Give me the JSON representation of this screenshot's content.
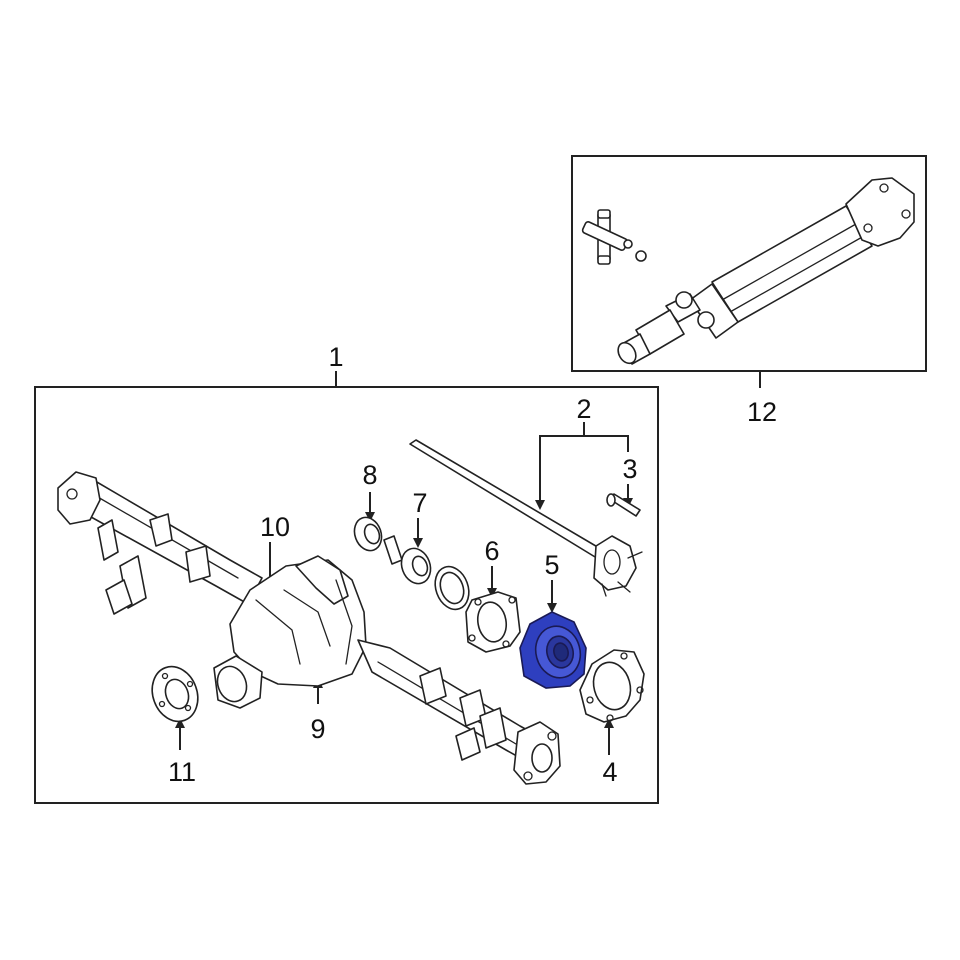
{
  "callouts": {
    "c1": "1",
    "c2": "2",
    "c3": "3",
    "c4": "4",
    "c5": "5",
    "c6": "6",
    "c7": "7",
    "c8": "8",
    "c9": "9",
    "c10": "10",
    "c11": "11",
    "c12": "12"
  },
  "colors": {
    "highlight_part": "#2e3fbf",
    "line": "#222222",
    "background": "#ffffff"
  },
  "highlighted_part": "5"
}
